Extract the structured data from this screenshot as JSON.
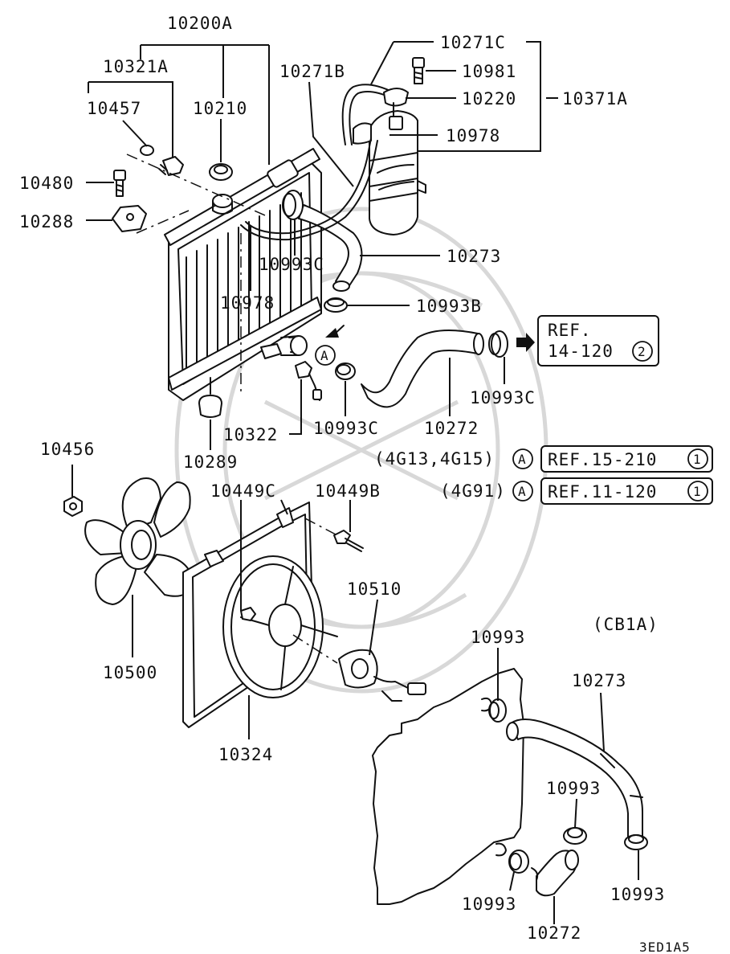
{
  "diagram": {
    "labels": {
      "p10200A": "10200A",
      "p10321A": "10321A",
      "p10457": "10457",
      "p10210": "10210",
      "p10271B": "10271B",
      "p10271C": "10271C",
      "p10981": "10981",
      "p10220": "10220",
      "p10371A": "10371A",
      "p10978_top": "10978",
      "p10480": "10480",
      "p10288": "10288",
      "p10993C_a": "10993C",
      "p10273_a": "10273",
      "p10978_mid": "10978",
      "p10993B": "10993B",
      "p10993C_b": "10993C",
      "p10993C_c": "10993C",
      "p10272_a": "10272",
      "p10322": "10322",
      "p10289": "10289",
      "p10456": "10456",
      "p10449C": "10449C",
      "p10449B": "10449B",
      "p10510": "10510",
      "p10500": "10500",
      "p10324": "10324",
      "p10993_a": "10993",
      "p10273_b": "10273",
      "p10993_b": "10993",
      "p10993_c": "10993",
      "p10993_d": "10993",
      "p10272_b": "10272",
      "code": "3ED1A5"
    },
    "refs": {
      "ref1_line1": "REF.",
      "ref1_line2": "14-120",
      "ref1_circle": "2",
      "ref2_prefix": "(4G13,4G15)",
      "ref2_text": "REF.15-210",
      "ref2_circle": "1",
      "ref3_prefix": "(4G91)",
      "ref3_text": "REF.11-120",
      "ref3_circle": "1",
      "variant": "(CB1A)",
      "marker": "A"
    }
  }
}
